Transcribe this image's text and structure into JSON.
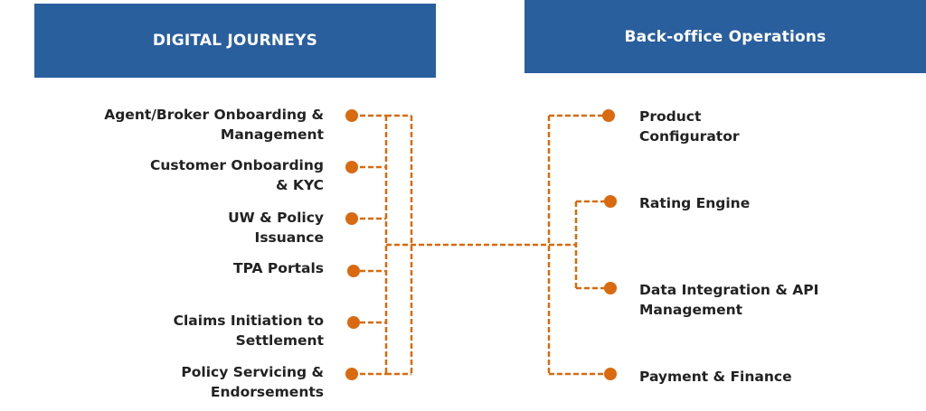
{
  "left_header": "DIGITAL JOURNEYS",
  "right_header": "Back-office Operations",
  "left_items": [
    {
      "line1": "Agent/Broker Onboarding &",
      "line2": "Management"
    },
    {
      "line1": "Customer Onboarding",
      "line2": "& KYC"
    },
    {
      "line1": "UW & Policy",
      "line2": "Issuance"
    },
    {
      "line1": "TPA Portals",
      "line2": ""
    },
    {
      "line1": "Claims Initiation to",
      "line2": "Settlement"
    },
    {
      "line1": "Policy Servicing &",
      "line2": "Endorsements"
    }
  ],
  "right_items": [
    {
      "line1": "Product",
      "line2": "Configurator"
    },
    {
      "line1": "Rating Engine",
      "line2": ""
    },
    {
      "line1": "Data Integration & API",
      "line2": "Management"
    },
    {
      "line1": "Payment & Finance",
      "line2": ""
    }
  ],
  "colors": {
    "header_bg": "#2a5f9e",
    "connector": "#d96a0f",
    "text": "#222222"
  }
}
